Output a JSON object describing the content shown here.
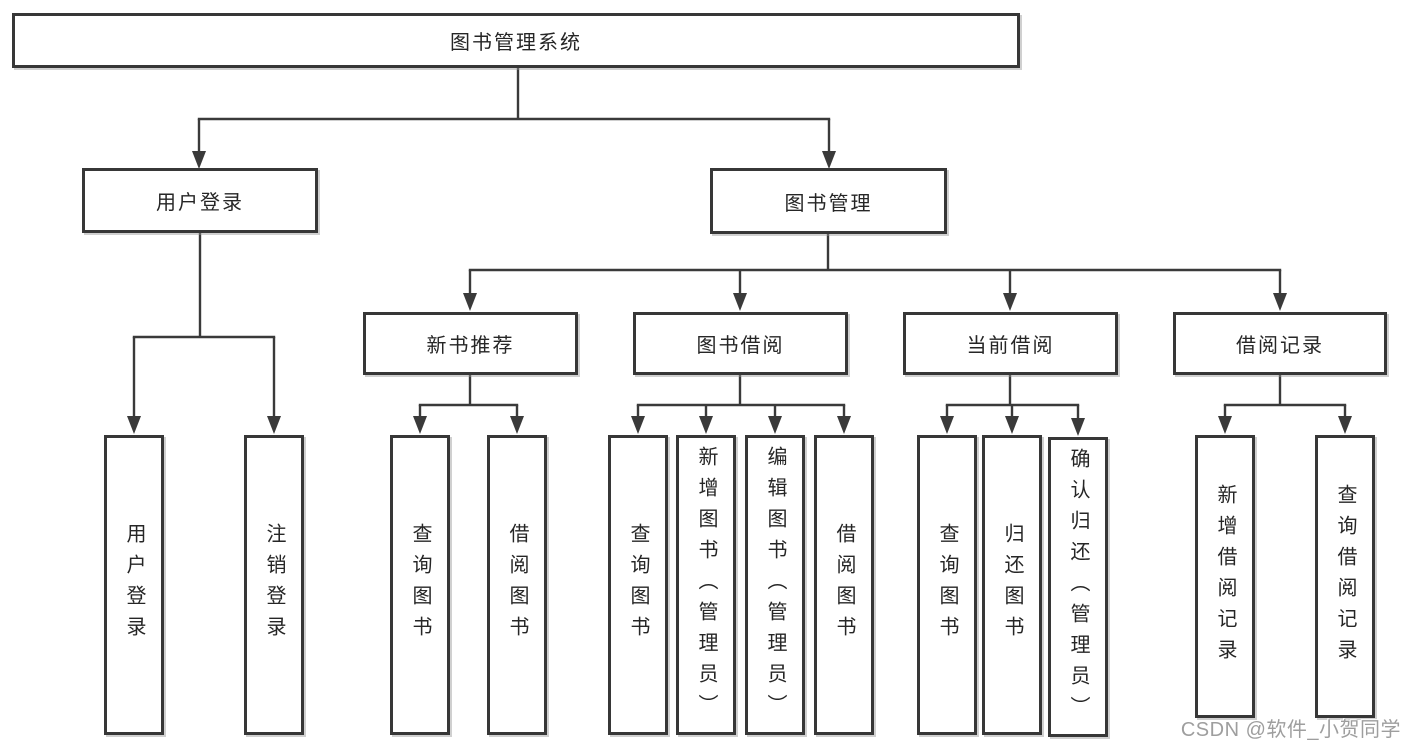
{
  "watermark": "CSDN @软件_小贺同学",
  "tree": {
    "label": "图书管理系统",
    "children": [
      {
        "label": "用户登录",
        "children": [
          {
            "label": "用户登录"
          },
          {
            "label": "注销登录"
          }
        ]
      },
      {
        "label": "图书管理",
        "children": [
          {
            "label": "新书推荐",
            "children": [
              {
                "label": "查询图书"
              },
              {
                "label": "借阅图书"
              }
            ]
          },
          {
            "label": "图书借阅",
            "children": [
              {
                "label": "查询图书"
              },
              {
                "label": "新增图书（管理员）"
              },
              {
                "label": "编辑图书（管理员）"
              },
              {
                "label": "借阅图书"
              }
            ]
          },
          {
            "label": "当前借阅",
            "children": [
              {
                "label": "查询图书"
              },
              {
                "label": "归还图书"
              },
              {
                "label": "确认归还（管理员）"
              }
            ]
          },
          {
            "label": "借阅记录",
            "children": [
              {
                "label": "新增借阅记录"
              },
              {
                "label": "查询借阅记录"
              }
            ]
          }
        ]
      }
    ]
  },
  "colors": {
    "line": "#3a3a3a",
    "border": "#373737",
    "text": "#262626",
    "watermark": "#9e9e9e"
  }
}
